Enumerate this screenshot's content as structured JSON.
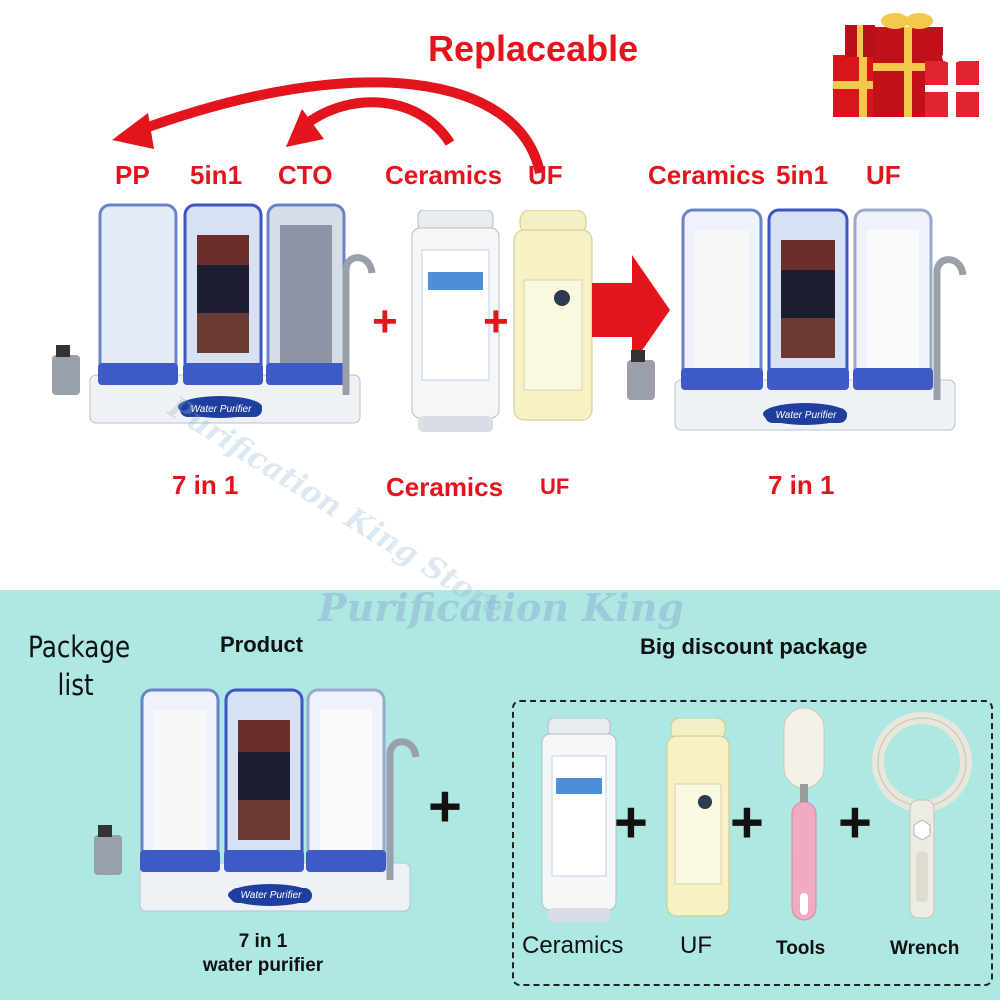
{
  "header": {
    "title": "Replaceable"
  },
  "top_labels_left": [
    "PP",
    "5in1",
    "CTO"
  ],
  "top_labels_mid": [
    "Ceramics",
    "UF"
  ],
  "top_labels_right": [
    "Ceramics",
    "5in1",
    "UF"
  ],
  "captions": {
    "left_unit": "7 in 1",
    "mid_ceramics": "Ceramics",
    "mid_uf": "UF",
    "right_unit": "7 in 1"
  },
  "unit_badge": "Water Purifier",
  "watermarks": {
    "large": "Purification King",
    "diagonal": "Purification King Store"
  },
  "package": {
    "title_line1": "Package",
    "title_line2": "list",
    "product_heading": "Product",
    "product_caption_line1": "7 in 1",
    "product_caption_line2": "water purifier",
    "discount_heading": "Big discount package",
    "items": [
      "Ceramics",
      "UF",
      "Tools",
      "Wrench"
    ]
  },
  "plus_symbol": "+",
  "colors": {
    "accent_red": "#e3141b",
    "panel_teal": "#aee8e2"
  }
}
